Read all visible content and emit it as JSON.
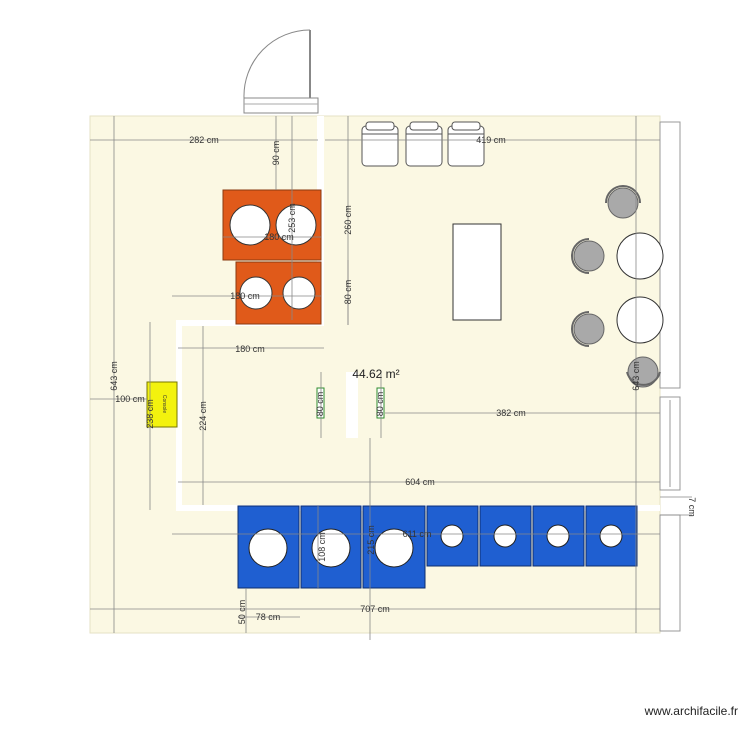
{
  "plan": {
    "area_label": "44.62 m²",
    "watermark": "www.archifacile.fr",
    "console_label": "Console",
    "colors": {
      "floor": "#fbf8e3",
      "orange": "#e05a1a",
      "blue": "#1f5fd1",
      "yellow": "#f3f20e",
      "green": "#2e8b2e",
      "chair": "#a9a9a9"
    },
    "dimensions": {
      "d282": "282 cm",
      "d419": "419 cm",
      "d90": "90 cm",
      "d253": "253 cm",
      "d260": "260 cm",
      "d180a": "180 cm",
      "d180b": "180 cm",
      "d180c": "180 cm",
      "d80a": "80 cm",
      "d643a": "643 cm",
      "d643b": "643 cm",
      "d100": "100 cm",
      "d238": "238 cm",
      "d224": "224 cm",
      "d80b": "80 cm",
      "d80c": "80 cm",
      "d382": "382 cm",
      "d604": "604 cm",
      "d7": "7 cm",
      "d611": "611 cm",
      "d108": "108 cm",
      "d215": "215 cm",
      "d50": "50 cm",
      "d78": "78 cm",
      "d707": "707 cm"
    }
  }
}
